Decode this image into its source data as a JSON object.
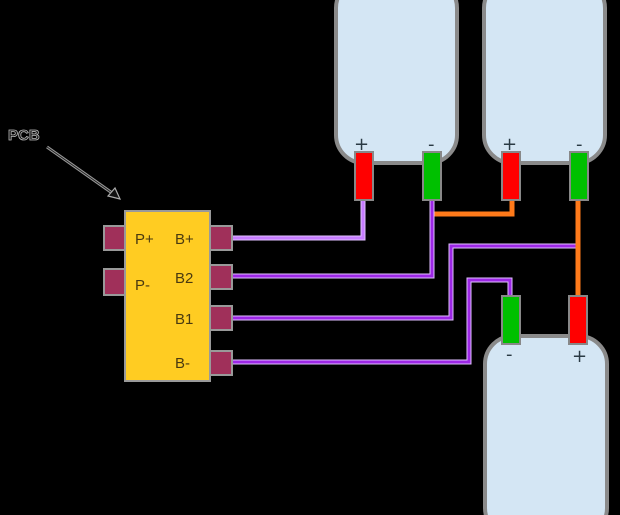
{
  "diagram": {
    "title": "BMS PCB wiring to 3 cells in series",
    "pcb_label": "PCB",
    "pcb": {
      "left_pins": [
        {
          "id": "P+",
          "label": "P+"
        },
        {
          "id": "P-",
          "label": "P-"
        }
      ],
      "right_pins": [
        {
          "id": "B+",
          "label": "B+"
        },
        {
          "id": "B2",
          "label": "B2"
        },
        {
          "id": "B1",
          "label": "B1"
        },
        {
          "id": "B-",
          "label": "B-"
        }
      ]
    },
    "cells": [
      {
        "name": "cell-top-left",
        "plus_label": "+",
        "minus_label": "-"
      },
      {
        "name": "cell-top-right",
        "plus_label": "+",
        "minus_label": "-"
      },
      {
        "name": "cell-bottom-right",
        "plus_label": "+",
        "minus_label": "-"
      }
    ],
    "connections": [
      {
        "from": "B+",
        "to": "cell-top-left +",
        "color": "#c77dff"
      },
      {
        "from": "B2",
        "to": "cell-top-left -",
        "color": "#9d27e6"
      },
      {
        "from": "B1",
        "to": "cell-top-right - / cell-bottom-right +",
        "color": "#9d27e6"
      },
      {
        "from": "B-",
        "to": "cell-bottom-right -",
        "color": "#9d27e6"
      },
      {
        "from": "cell-top-left -",
        "to": "cell-top-right +",
        "color": "#ff7a1a"
      },
      {
        "from": "cell-top-right -",
        "to": "cell-bottom-right +",
        "color": "#ff7a1a"
      }
    ],
    "colors": {
      "background": "#000000",
      "pcb_body": "#ffcc22",
      "pcb_pad": "#a0305a",
      "cell_body": "#d4e6f4",
      "cell_border": "#8a8a8a",
      "terminal_plus": "#ff0000",
      "terminal_minus": "#00c000",
      "wire_light": "#c77dff",
      "wire_purple": "#9d27e6",
      "wire_orange": "#ff7a1a"
    }
  }
}
